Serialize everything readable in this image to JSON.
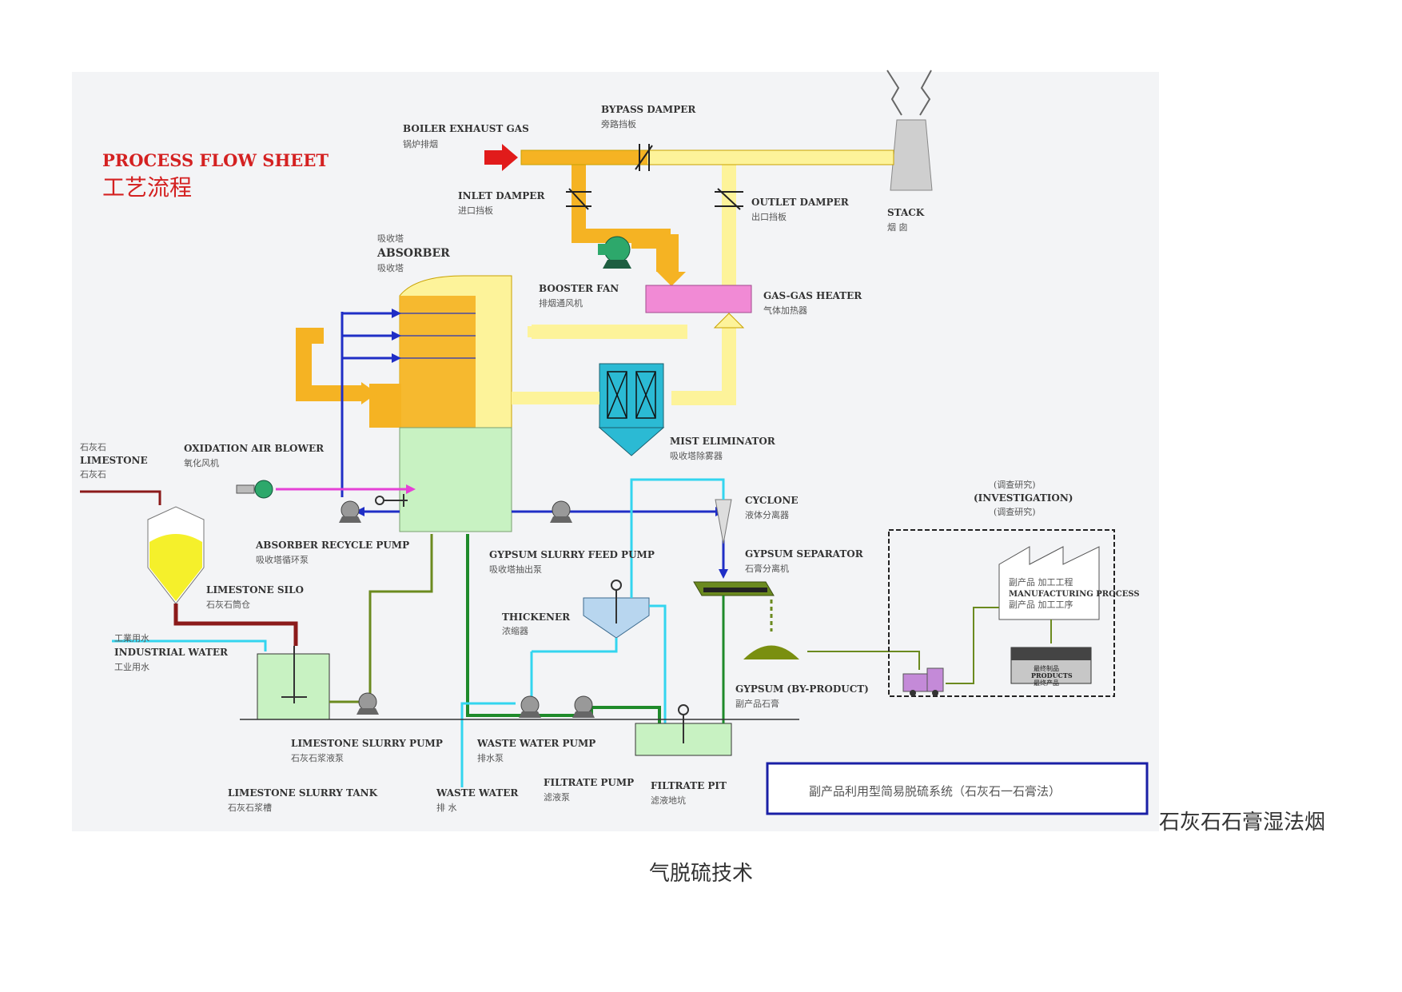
{
  "title": {
    "en": "PROCESS FLOW SHEET",
    "zh": "工艺流程"
  },
  "caption": {
    "line1": "石灰石石膏湿法烟",
    "line2": "气脱硫技术"
  },
  "banner": "副产品利用型简易脱硫系统（石灰石一石膏法）",
  "labels": {
    "boiler": {
      "en": "BOILER EXHAUST GAS",
      "zh": "锅炉排烟"
    },
    "bypass": {
      "en": "BYPASS DAMPER",
      "zh": "旁路挡板"
    },
    "inlet": {
      "en": "INLET DAMPER",
      "zh": "进口挡板"
    },
    "outlet": {
      "en": "OUTLET DAMPER",
      "zh": "出口挡板"
    },
    "stack": {
      "en": "STACK",
      "zh": "烟 囱"
    },
    "absorber": {
      "zh1": "吸收塔",
      "en": "ABSORBER",
      "zh2": "吸收塔"
    },
    "booster": {
      "en": "BOOSTER FAN",
      "zh": "排烟通风机"
    },
    "ggh": {
      "en": "GAS-GAS HEATER",
      "zh": "气体加热器"
    },
    "mist": {
      "en": "MIST ELIMINATOR",
      "zh": "吸收塔除雾器"
    },
    "limestone": {
      "zh1": "石灰石",
      "en": "LIMESTONE",
      "zh2": "石灰石"
    },
    "oxblower": {
      "en": "OXIDATION AIR BLOWER",
      "zh": "氧化风机"
    },
    "recycle": {
      "en": "ABSORBER RECYCLE PUMP",
      "zh": "吸收塔循环泵"
    },
    "cyclone": {
      "en": "CYCLONE",
      "zh": "液体分离器"
    },
    "gfeed": {
      "en": "GYPSUM SLURRY FEED PUMP",
      "zh": "吸收塔抽出泵"
    },
    "gsep": {
      "en": "GYPSUM SEPARATOR",
      "zh": "石膏分离机"
    },
    "investigation": {
      "zh1": "(调查研究)",
      "en": "(INVESTIGATION)",
      "zh2": "(调查研究)"
    },
    "silo": {
      "en": "LIMESTONE SILO",
      "zh": "石灰石筒仓"
    },
    "thickener": {
      "en": "THICKENER",
      "zh": "浓缩器"
    },
    "manuf": {
      "zh1": "副产品 加工工程",
      "en": "MANUFACTURING PROCESS",
      "zh2": "副产品 加工工序"
    },
    "products": {
      "zh1": "最终制品",
      "en": "PRODUCTS",
      "zh2": "最终产品"
    },
    "indwater": {
      "zh1": "工業用水",
      "en": "INDUSTRIAL WATER",
      "zh2": "工业用水"
    },
    "gypsum": {
      "en": "GYPSUM (BY-PRODUCT)",
      "zh": "副产品石膏"
    },
    "lspump": {
      "en": "LIMESTONE SLURRY PUMP",
      "zh": "石灰石浆液泵"
    },
    "wwpump": {
      "en": "WASTE WATER PUMP",
      "zh": "排水泵"
    },
    "lstank": {
      "en": "LIMESTONE SLURRY TANK",
      "zh": "石灰石浆槽"
    },
    "wastewater": {
      "en": "WASTE WATER",
      "zh": "排 水"
    },
    "filtpump": {
      "en": "FILTRATE PUMP",
      "zh": "滤液泵"
    },
    "filtpit": {
      "en": "FILTRATE PIT",
      "zh": "滤液地坑"
    }
  },
  "colors": {
    "gas": "#f5b323",
    "clean_gas": "#fdf39a",
    "slurry_green": "#6b8a1f",
    "recirc_blue": "#1f2ec6",
    "water_cyan": "#33d5ef",
    "limestone_red": "#8b1a1a",
    "air_magenta": "#e541d6",
    "title_red": "#d42121",
    "ggh_pink": "#f18ad5",
    "banner_blue": "#1a1fa6"
  }
}
